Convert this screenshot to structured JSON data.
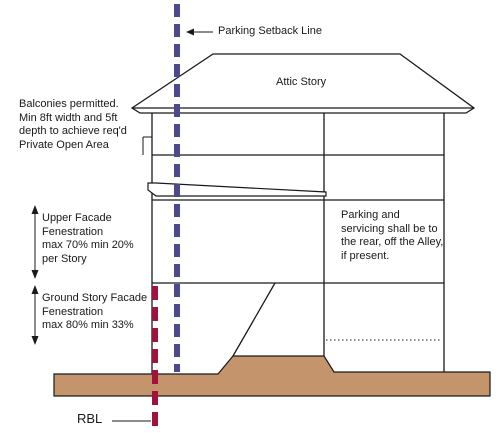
{
  "labels": {
    "parking_setback": "Parking Setback Line",
    "attic_story": "Attic Story",
    "balconies": [
      "Balconies permitted.",
      "Min 8ft width and 5ft",
      "depth to achieve req'd",
      "Private Open Area"
    ],
    "upper_facade": [
      "Upper Facade",
      "Fenestration",
      "max 70% min 20%",
      "per Story"
    ],
    "ground_facade": [
      "Ground Story Facade",
      "Fenestration",
      "max 80% min 33%"
    ],
    "parking_note": [
      "Parking and",
      "servicing shall be to",
      "the rear, off the Alley,",
      "if present."
    ],
    "rbl": "RBL"
  },
  "colors": {
    "setback_line": "#4a4a8c",
    "rbl_line": "#a0143c",
    "ground": "#c4956c",
    "outline": "#1a1a1a"
  },
  "icons": {
    "leader_arrow": "arrow-left-icon",
    "dimension_arrows": "double-arrow-vertical-icon"
  }
}
